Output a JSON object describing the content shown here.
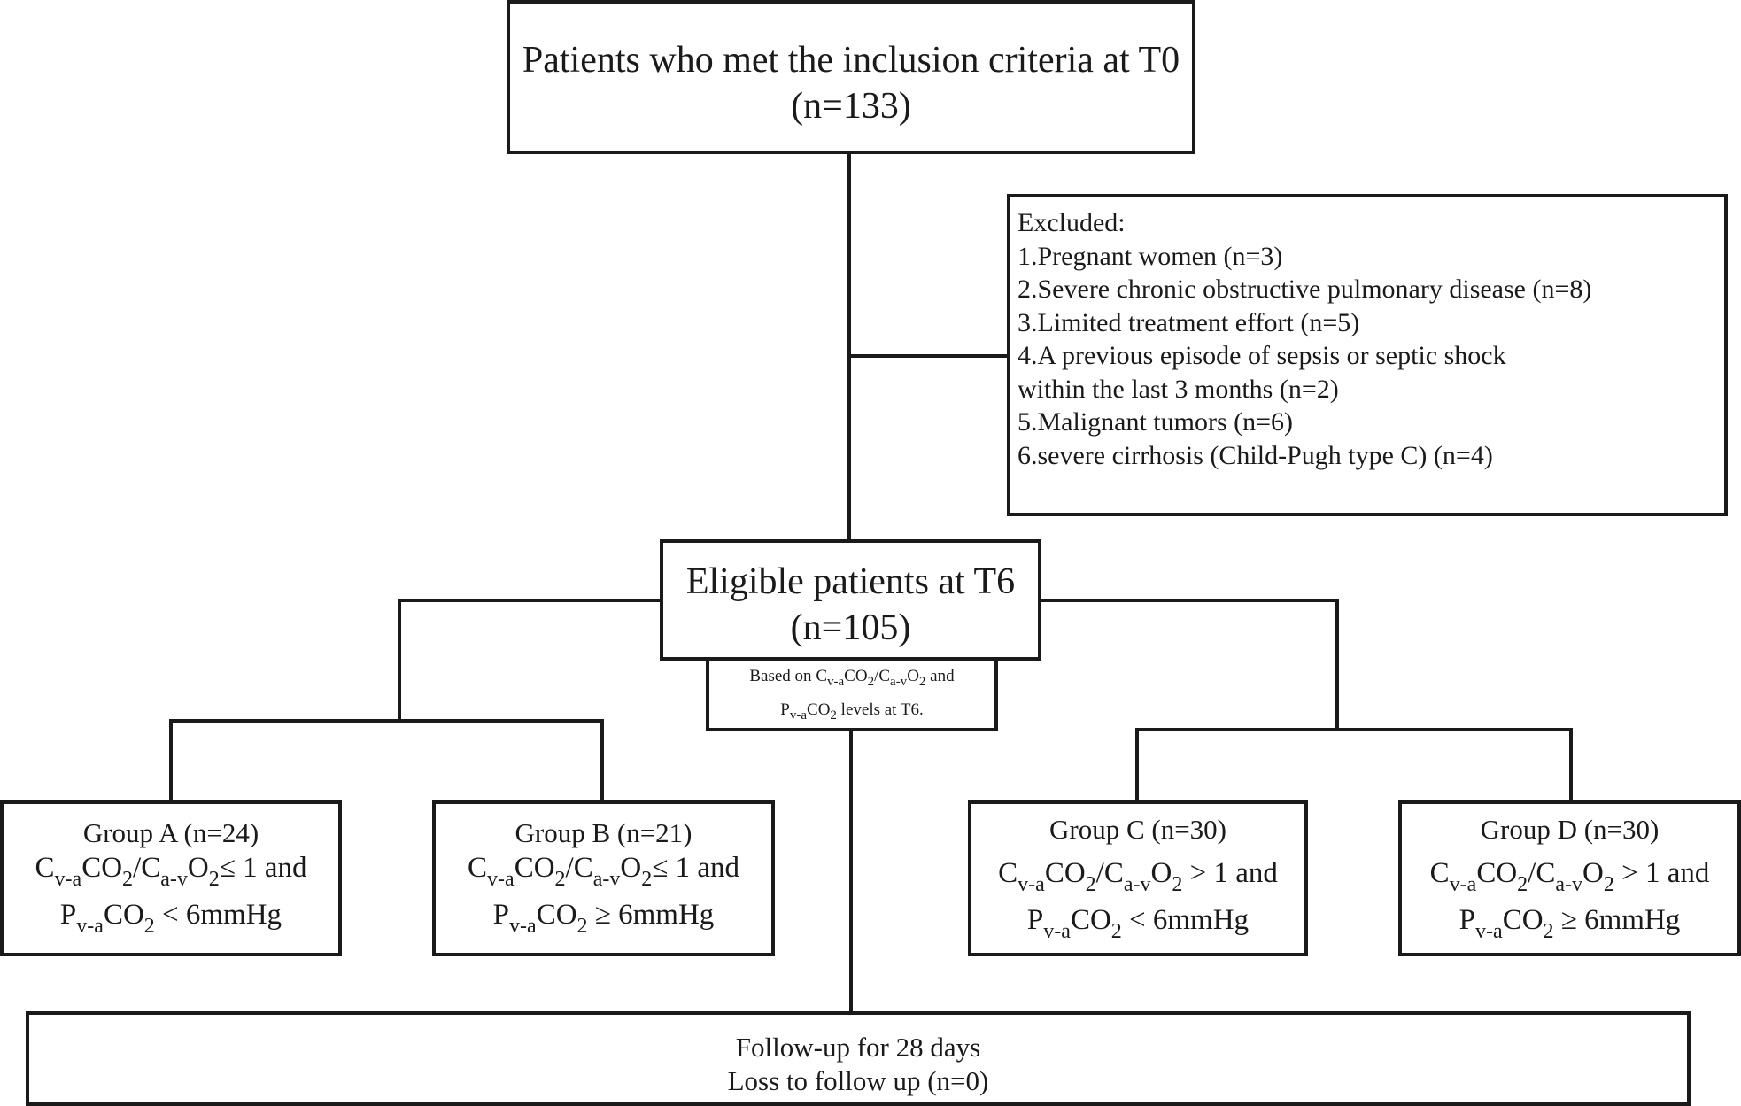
{
  "top": {
    "line1": "Patients who met the inclusion criteria at T0",
    "line2": "(n=133)"
  },
  "excluded": {
    "heading": "Excluded:",
    "items": [
      "1.Pregnant women (n=3)",
      "2.Severe chronic obstructive pulmonary disease (n=8)",
      "3.Limited treatment effort (n=5)",
      "4.A previous episode of sepsis or septic shock",
      "within the last 3 months (n=2)",
      "5.Malignant tumors (n=6)",
      "6.severe cirrhosis (Child-Pugh type C) (n=4)"
    ]
  },
  "eligible": {
    "line1": "Eligible patients  at T6",
    "line2": "(n=105)"
  },
  "basis": {
    "prefix": "Based on ",
    "suffix_1": " and",
    "suffix_2": " levels at T6."
  },
  "symbols": {
    "C": "C",
    "P": "P",
    "CO": "CO",
    "O": "O",
    "two": "2",
    "slash": "/",
    "v_a": "v-a",
    "a_v": "a-v"
  },
  "groups": [
    {
      "title": "Group A (n=24)",
      "ratio_op": "≤ 1 and",
      "p_op": " < 6mmHg"
    },
    {
      "title": "Group B (n=21)",
      "ratio_op": "≤ 1 and",
      "p_op": " ≥ 6mmHg"
    },
    {
      "title": "Group C (n=30)",
      "ratio_op": " > 1 and",
      "p_op": " < 6mmHg"
    },
    {
      "title": "Group D (n=30)",
      "ratio_op": " > 1 and",
      "p_op": " ≥ 6mmHg"
    }
  ],
  "followup": {
    "line1": "Follow-up for 28 days",
    "line2": "Loss to follow up (n=0)"
  }
}
